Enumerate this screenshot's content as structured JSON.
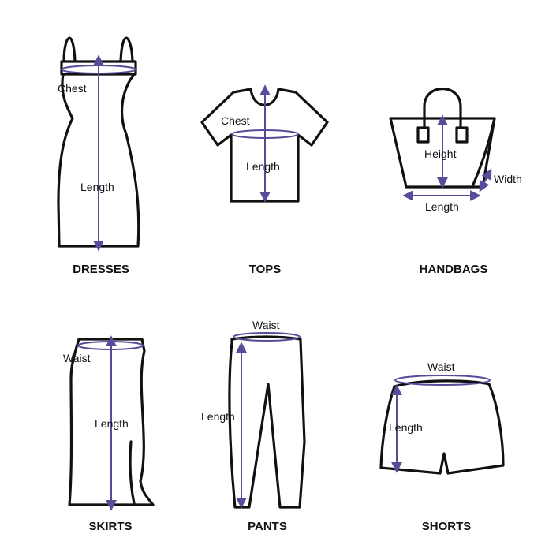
{
  "colors": {
    "outline": "#111111",
    "measure": "#5b4a99",
    "background": "#ffffff"
  },
  "items": [
    {
      "title": "DRESSES",
      "labels": [
        "Chest",
        "Length"
      ]
    },
    {
      "title": "TOPS",
      "labels": [
        "Chest",
        "Length"
      ]
    },
    {
      "title": "HANDBAGS",
      "labels": [
        "Height",
        "Width",
        "Length"
      ]
    },
    {
      "title": "SKIRTS",
      "labels": [
        "Waist",
        "Length"
      ]
    },
    {
      "title": "PANTS",
      "labels": [
        "Waist",
        "Length"
      ]
    },
    {
      "title": "SHORTS",
      "labels": [
        "Waist",
        "Length"
      ]
    }
  ]
}
